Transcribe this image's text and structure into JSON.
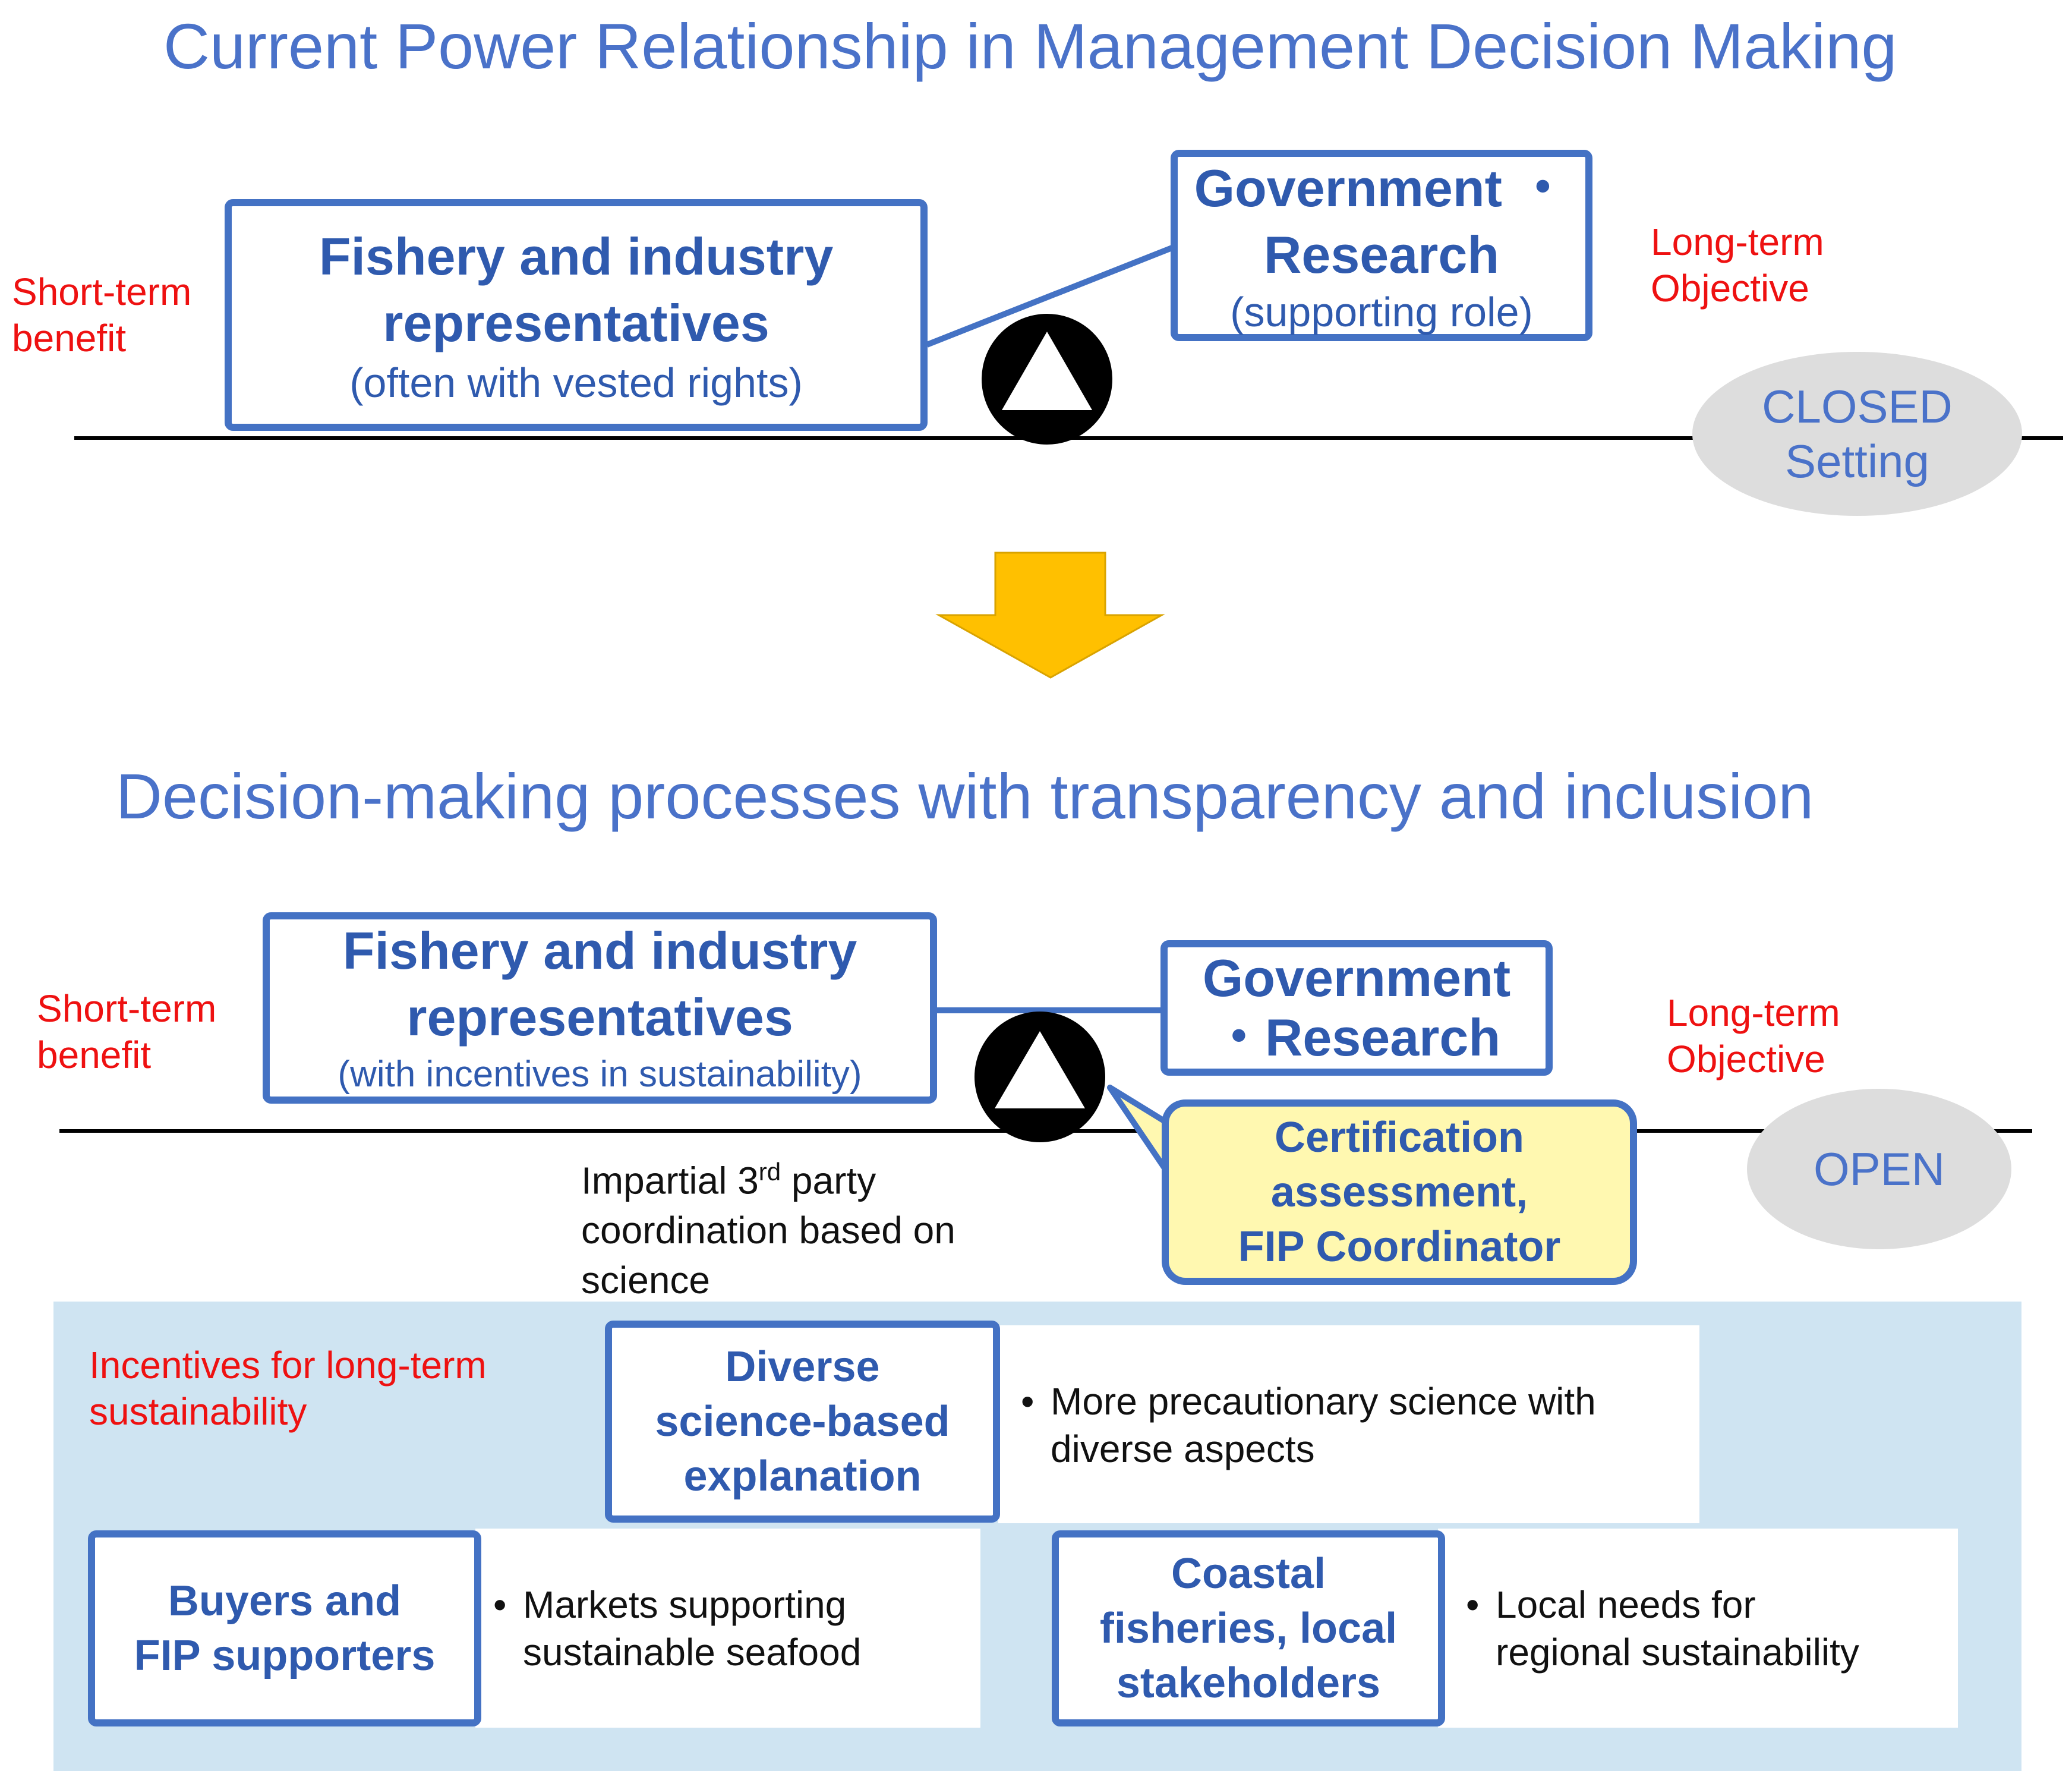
{
  "top": {
    "title": "Current Power Relationship in Management Decision Making",
    "short_term_1": "Short-term",
    "short_term_2": "benefit",
    "long_term_1": "Long-term",
    "long_term_2": "Objective",
    "fishery_1": "Fishery and industry",
    "fishery_2": "representatives",
    "fishery_sub": "(often with vested rights)",
    "gov_1": "Government ・",
    "gov_2": "Research",
    "gov_sub": "(supporting role)",
    "setting_1": "CLOSED",
    "setting_2": "Setting"
  },
  "bottom": {
    "title": "Decision-making processes with transparency and inclusion",
    "short_term_1": "Short-term",
    "short_term_2": "benefit",
    "long_term_1": "Long-term",
    "long_term_2": "Objective",
    "fishery_1": "Fishery and industry",
    "fishery_2": "representatives",
    "fishery_sub": "(with incentives in sustainability)",
    "gov_1": "Government",
    "gov_2": "・Research",
    "setting": "OPEN",
    "third_party_pre": "Impartial 3",
    "third_party_sup": "rd",
    "third_party_post": " party",
    "third_party_2": "coordination based on",
    "third_party_3": "science",
    "cert_1": "Certification",
    "cert_2": "assessment,",
    "cert_3": "FIP Coordinator"
  },
  "incentives": {
    "label_1": "Incentives for long-term",
    "label_2": "sustainability",
    "science_1": "Diverse",
    "science_2": "science-based",
    "science_3": "explanation",
    "science_bullet_1": "More precautionary science with",
    "science_bullet_2": "diverse aspects",
    "buyers_1": "Buyers and",
    "buyers_2": "FIP supporters",
    "buyers_bullet_1": "Markets supporting",
    "buyers_bullet_2": "sustainable seafood",
    "coastal_1": "Coastal",
    "coastal_2": "fisheries, local",
    "coastal_3": "stakeholders",
    "coastal_bullet_1": "Local needs for",
    "coastal_bullet_2": "regional sustainability",
    "bullet_symbol": "•"
  },
  "colors": {
    "accent_blue": "#4472c4",
    "title_blue": "#4a72c9",
    "red": "#ee1111",
    "arrow_yellow": "#ffc000",
    "panel_blue": "#cfe4f2",
    "callout_yellow": "#fff8b0"
  }
}
